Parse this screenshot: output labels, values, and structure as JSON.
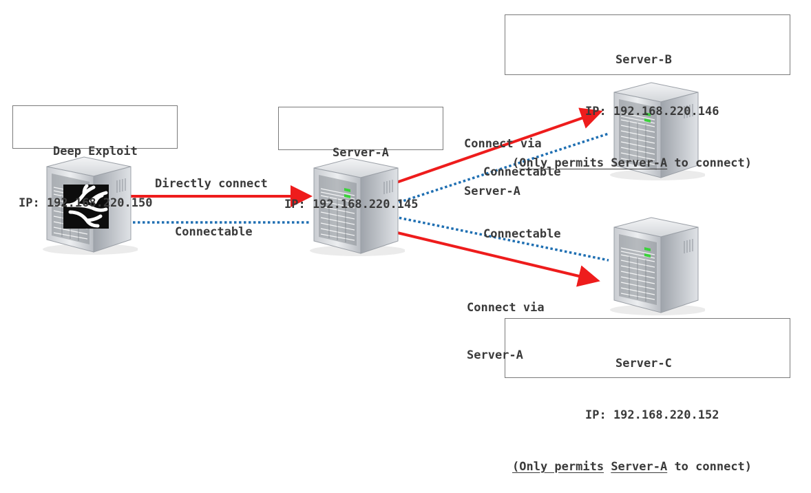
{
  "nodes": {
    "deep_exploit": {
      "name": "Deep Exploit",
      "ip": "IP: 192.168.220.150"
    },
    "server_a": {
      "name": "Server-A",
      "ip": "IP: 192.168.220.145"
    },
    "server_b": {
      "name": "Server-B",
      "ip": "IP: 192.168.220.146",
      "note_open": "(",
      "note_underlined": "Only permits Server-A",
      "note_close": " to connect)"
    },
    "server_c": {
      "name": "Server-C",
      "ip": "IP: 192.168.220.152",
      "note_underlined_1": "(Only permits",
      "note_space": " ",
      "note_underlined_2": "Server-A",
      "note_close": " to connect)"
    }
  },
  "edges": {
    "de_to_a_direct": "Directly connect",
    "de_to_a_connectable": "Connectable",
    "a_to_b_via": [
      "Connect via",
      "Server-A"
    ],
    "a_to_b_connectable": "Connectable",
    "a_to_c_connectable": "Connectable",
    "a_to_c_via": [
      "Connect via",
      "Server-A"
    ]
  },
  "colors": {
    "direct_arrow": "#ee1c1c",
    "connectable_dotted": "#1f6fb2",
    "box_border": "#7a7a7a",
    "text": "#3a3a3a"
  },
  "icons": {
    "server": "tower-server-icon",
    "deep_exploit_logo": "branching-tree-logo-icon"
  }
}
